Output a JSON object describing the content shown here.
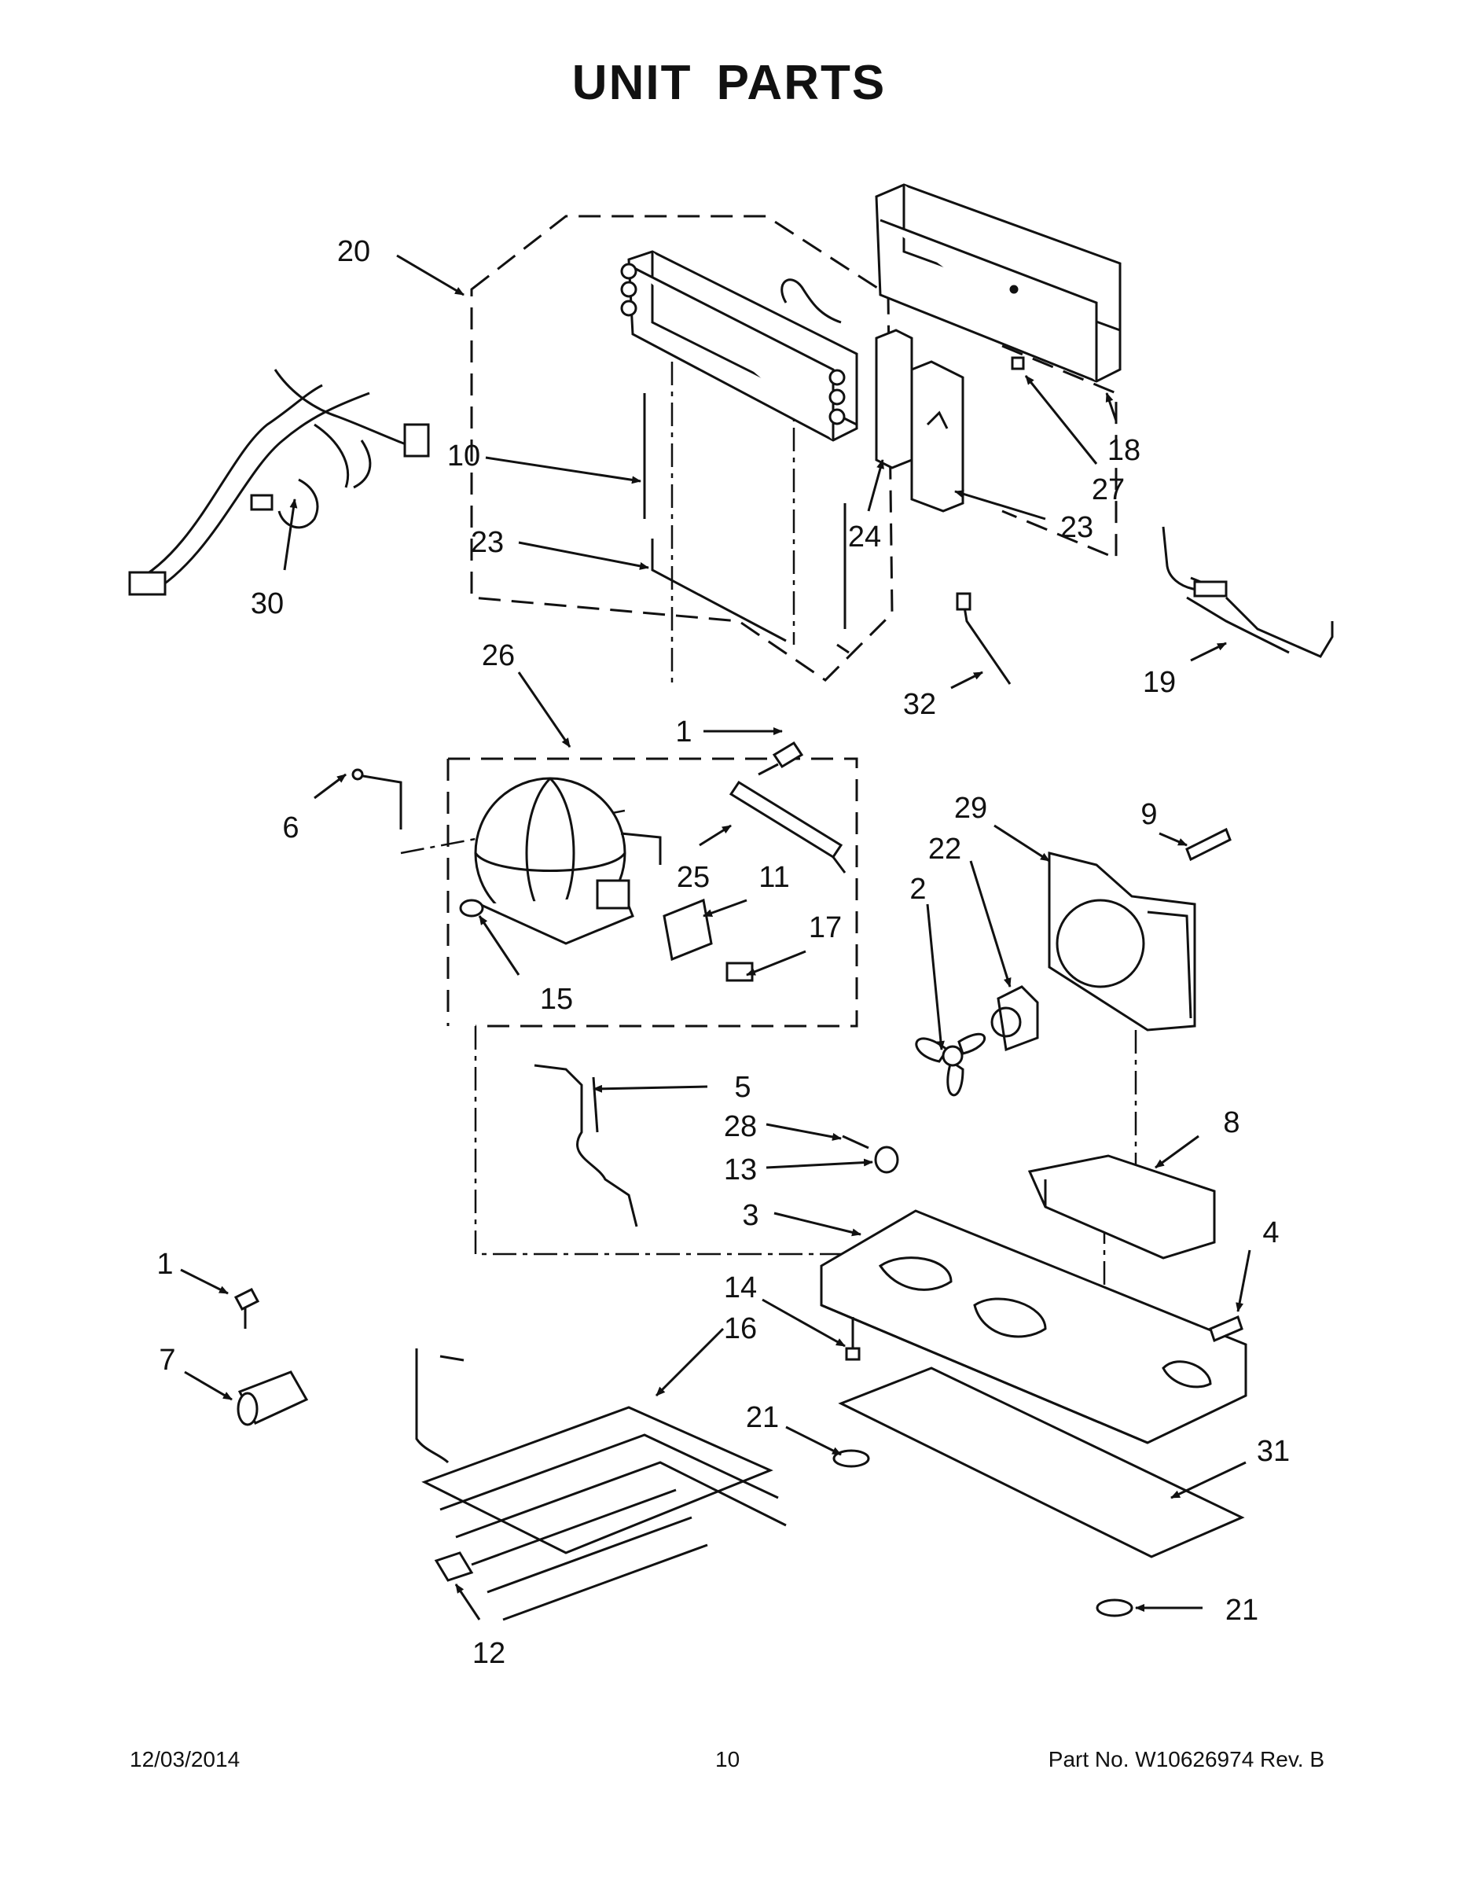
{
  "page": {
    "title": "UNIT PARTS",
    "footer": {
      "date": "12/03/2014",
      "page_number": "10",
      "part_number": "Part No.  W10626974  Rev.  B"
    }
  },
  "callouts": {
    "c20": "20",
    "c10": "10",
    "c23a": "23",
    "c30": "30",
    "c24": "24",
    "c23b": "23",
    "c27": "27",
    "c18": "18",
    "c19": "19",
    "c32": "32",
    "c26": "26",
    "c1a": "1",
    "c6": "6",
    "c25": "25",
    "c11": "11",
    "c17": "17",
    "c15": "15",
    "c29": "29",
    "c9": "9",
    "c22": "22",
    "c2": "2",
    "c5": "5",
    "c28": "28",
    "c13": "13",
    "c8": "8",
    "c3": "3",
    "c4": "4",
    "c1b": "1",
    "c14": "14",
    "c16": "16",
    "c7": "7",
    "c21a": "21",
    "c31": "31",
    "c21b": "21",
    "c12": "12"
  }
}
